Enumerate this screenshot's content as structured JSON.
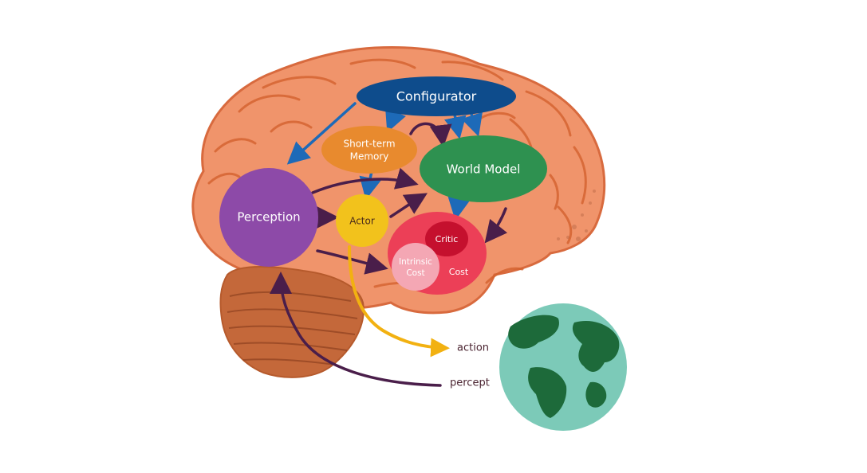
{
  "nodes": {
    "configurator": "Configurator",
    "short_term_memory_line1": "Short-term",
    "short_term_memory_line2": "Memory",
    "world_model": "World Model",
    "perception": "Perception",
    "actor": "Actor",
    "critic": "Critic",
    "intrinsic_cost_line1": "Intrinsic",
    "intrinsic_cost_line2": "Cost",
    "cost": "Cost"
  },
  "edges": {
    "action": "action",
    "percept": "percept"
  },
  "colors": {
    "configurator": "#0e4c8c",
    "short_term_memory": "#e88a2e",
    "world_model": "#2e9150",
    "perception": "#8d4aa8",
    "actor": "#f2c21c",
    "cost_module": "#ec3f57",
    "critic": "#c5102e",
    "intrinsic_cost": "#f4a7b4",
    "config_arrows": "#1d6ab8",
    "internal_arrows": "#4a1e4a",
    "action_arrow": "#f2b111",
    "brain": "#f0946b",
    "cerebellum": "#c4683a",
    "ocean": "#7ccab8",
    "land": "#1d6a3a"
  }
}
